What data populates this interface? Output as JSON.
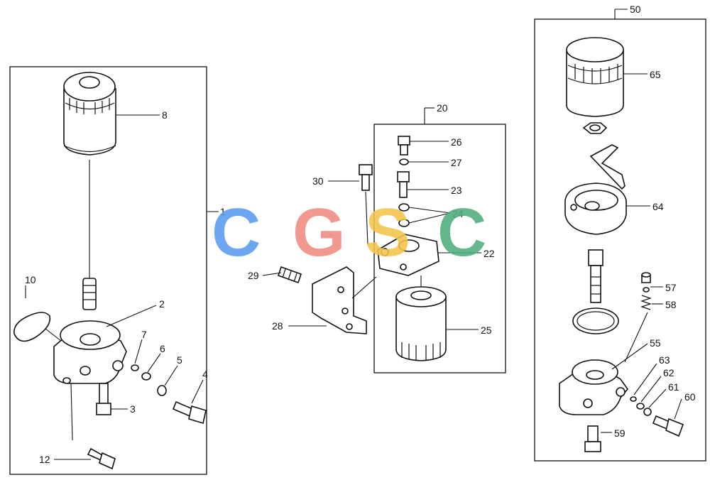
{
  "watermark": {
    "letters": [
      {
        "char": "C",
        "color": "#5b9cf0"
      },
      {
        "char": "G",
        "color": "#f08b80"
      },
      {
        "char": "S",
        "color": "#f3c44a"
      },
      {
        "char": "C",
        "color": "#4fae7a"
      }
    ]
  },
  "groups": {
    "left": "1",
    "middle": "20",
    "right": "50"
  },
  "callouts": {
    "c2": "2",
    "c3": "3",
    "c4": "4",
    "c5": "5",
    "c6": "6",
    "c7": "7",
    "c8": "8",
    "c10": "10",
    "c12": "12",
    "c22": "22",
    "c23": "23",
    "c24": "24",
    "c25": "25",
    "c26": "26",
    "c27": "27",
    "c28": "28",
    "c29": "29",
    "c30": "30",
    "c55": "55",
    "c57": "57",
    "c58": "58",
    "c59": "59",
    "c60": "60",
    "c61": "61",
    "c62": "62",
    "c63": "63",
    "c64": "64",
    "c65": "65"
  }
}
